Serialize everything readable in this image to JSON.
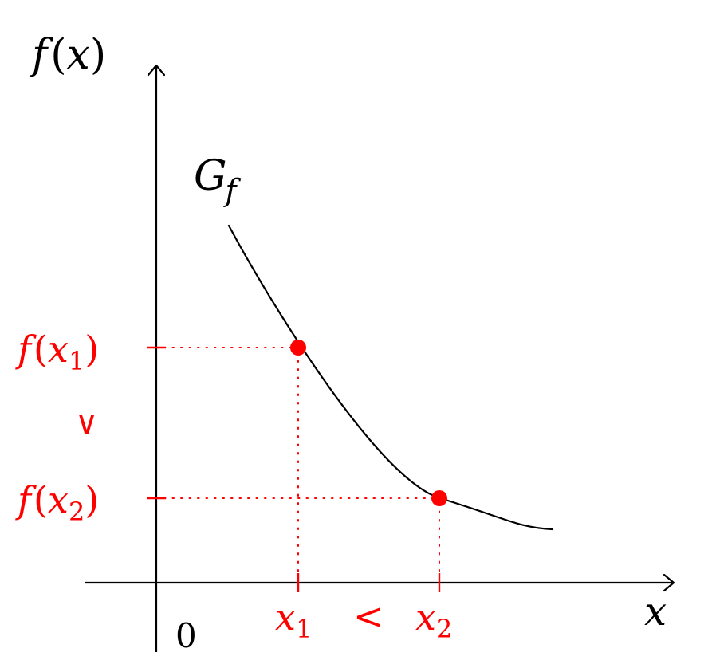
{
  "labels": {
    "y_axis_f": "f",
    "y_axis_open": "(",
    "y_axis_x": "x",
    "y_axis_close": ")",
    "x_axis": "x",
    "origin": "0",
    "graph_name_main": "G",
    "graph_name_sub": "f",
    "fx1_f": "f",
    "fx1_open": "(",
    "fx1_x": "x",
    "fx1_sub": "1",
    "fx1_close": ")",
    "fx2_f": "f",
    "fx2_open": "(",
    "fx2_x": "x",
    "fx2_sub": "2",
    "fx2_close": ")",
    "vee": "∨",
    "x1_main": "x",
    "x1_sub": "1",
    "less_than": "<",
    "x2_main": "x",
    "x2_sub": "2"
  },
  "colors": {
    "axis": "#000000",
    "curve": "#000000",
    "highlight": "#ff0000",
    "background": "#ffffff"
  }
}
